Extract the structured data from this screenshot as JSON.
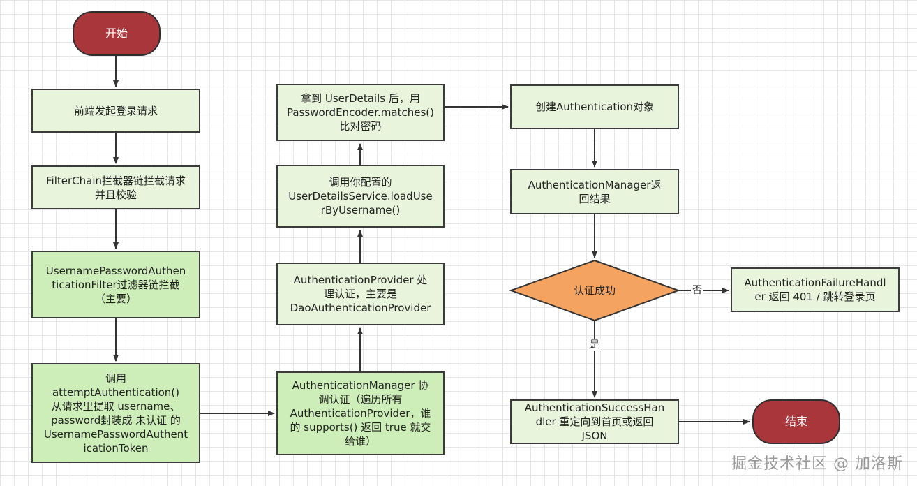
{
  "diagram": {
    "start": "开始",
    "end": "结束",
    "steps": {
      "frontend_login": "前端发起登录请求",
      "filter_chain": "FilterChain拦截器链拦截请求\n并且校验",
      "upa_filter": "UsernamePasswordAuthen\nticationFilter过滤器链拦截\n（主要）",
      "attempt_auth": "调用\nattemptAuthentication()\n从请求里提取 username、\npassword封装成 未认证 的\nUsernamePasswordAuthent\nicationToken",
      "auth_manager": "AuthenticationManager 协\n调认证（遍历所有\nAuthenticationProvider，谁\n的 supports() 返回 true 就交\n给谁）",
      "auth_provider": "AuthenticationProvider 处\n理认证，主要是\nDaoAuthenticationProvider",
      "load_user": "调用你配置的\nUserDetailsService.loadUse\nrByUsername()",
      "password_match": "拿到 UserDetails 后，用\nPasswordEncoder.matches()\n比对密码",
      "create_auth": "创建Authentication对象",
      "manager_return": "AuthenticationManager返\n回结果",
      "decision": "认证成功",
      "failure_handler": "AuthenticationFailureHandl\ner 返回 401 / 跳转登录页",
      "success_handler": "AuthenticationSuccessHan\ndler 重定向到首页或返回\nJSON"
    },
    "edge_labels": {
      "no": "否",
      "yes": "是"
    },
    "colors": {
      "terminal": "#a8363a",
      "process": "#e8f4dc",
      "process_emphasis": "#cdeeb8",
      "decision": "#f4a460"
    }
  },
  "watermark": "掘金技术社区 @ 加洛斯"
}
